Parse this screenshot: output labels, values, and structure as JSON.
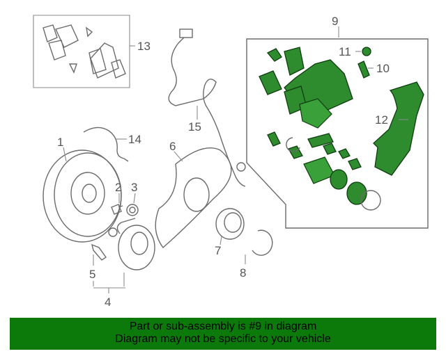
{
  "diagram": {
    "labels": {
      "l1": "1",
      "l2": "2",
      "l3": "3",
      "l4": "4",
      "l5": "5",
      "l6": "6",
      "l7": "7",
      "l8": "8",
      "l9": "9",
      "l10": "10",
      "l11": "11",
      "l12": "12",
      "l13": "13",
      "l14": "14",
      "l15": "15"
    },
    "highlight_color": "#2e8b2e"
  },
  "banner": {
    "line1": "Part or sub-assembly is #9 in diagram",
    "line2": "Diagram may not be specific to your vehicle",
    "background": "#0b7a0b"
  }
}
